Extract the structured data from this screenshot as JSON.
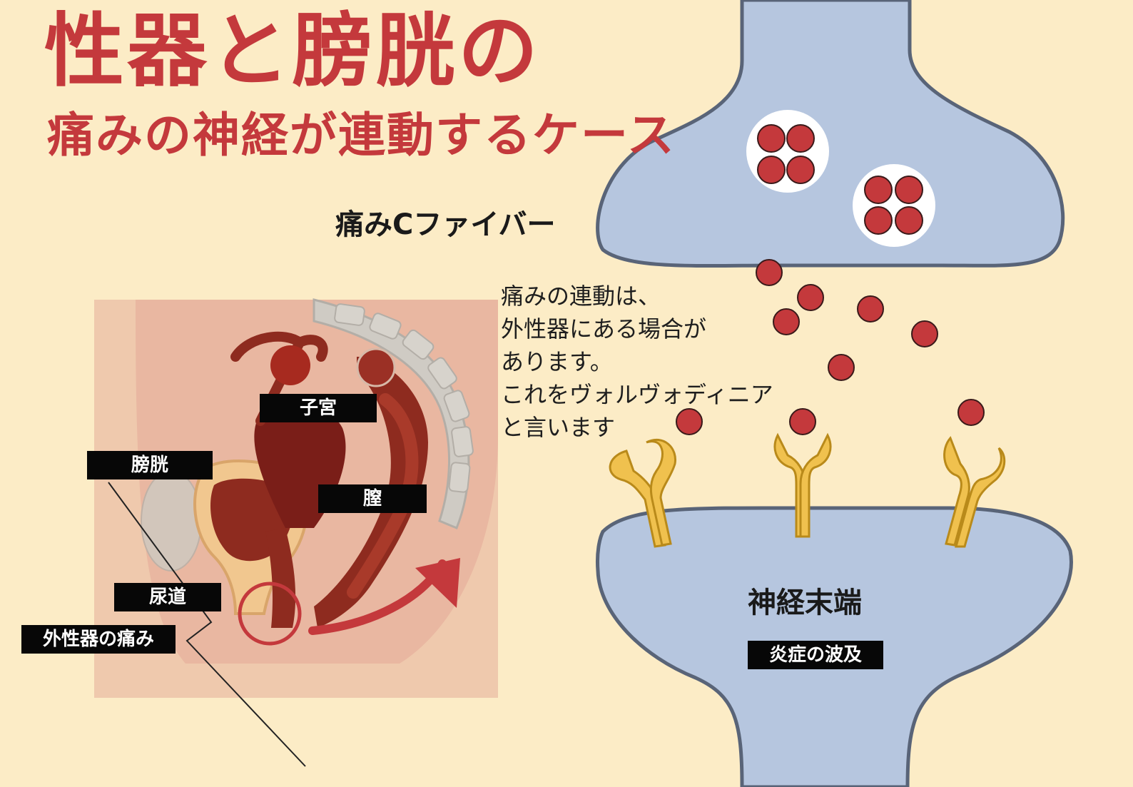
{
  "title": {
    "main": "性器と膀胱の",
    "sub": "痛みの神経が連動するケース"
  },
  "fiber_label": "痛みCファイバー",
  "explanation": [
    "痛みの連動は、",
    "外性器にある場合が",
    "あります。",
    "これをヴォルヴォディニア",
    "と言います"
  ],
  "anatomy_labels": {
    "uterus": "子宮",
    "bladder": "膀胱",
    "vagina": "膣",
    "urethra": "尿道",
    "external_pain": "外性器の痛み"
  },
  "nerve_terminal": "神経末端",
  "inflammation": "炎症の波及",
  "colors": {
    "background": "#fcecc6",
    "title": "#c4393c",
    "neuron": "#b6c6df",
    "neuron_outline": "#596478",
    "molecule": "#c4393c",
    "receptor": "#f0c14e",
    "label_bg": "#070707",
    "label_text": "#ffffff"
  }
}
